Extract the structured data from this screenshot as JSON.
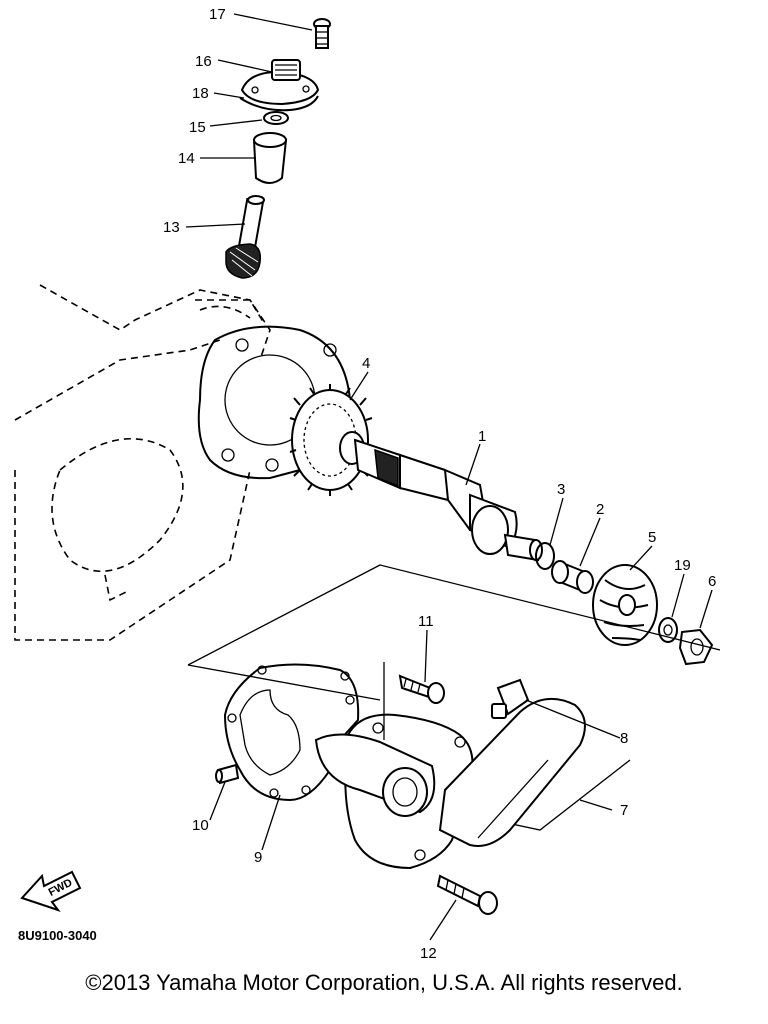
{
  "diagram": {
    "part_labels": {
      "p1": "1",
      "p2": "2",
      "p3": "3",
      "p4": "4",
      "p5": "5",
      "p6": "6",
      "p7": "7",
      "p8": "8",
      "p9": "9",
      "p10": "10",
      "p11": "11",
      "p12": "12",
      "p13": "13",
      "p14": "14",
      "p15": "15",
      "p16": "16",
      "p17": "17",
      "p18": "18",
      "p19": "19"
    },
    "fwd_label": "FWD",
    "diagram_code": "8U9100-3040"
  },
  "footer": {
    "copyright": "©2013 Yamaha Motor Corporation, U.S.A. All rights reserved."
  }
}
